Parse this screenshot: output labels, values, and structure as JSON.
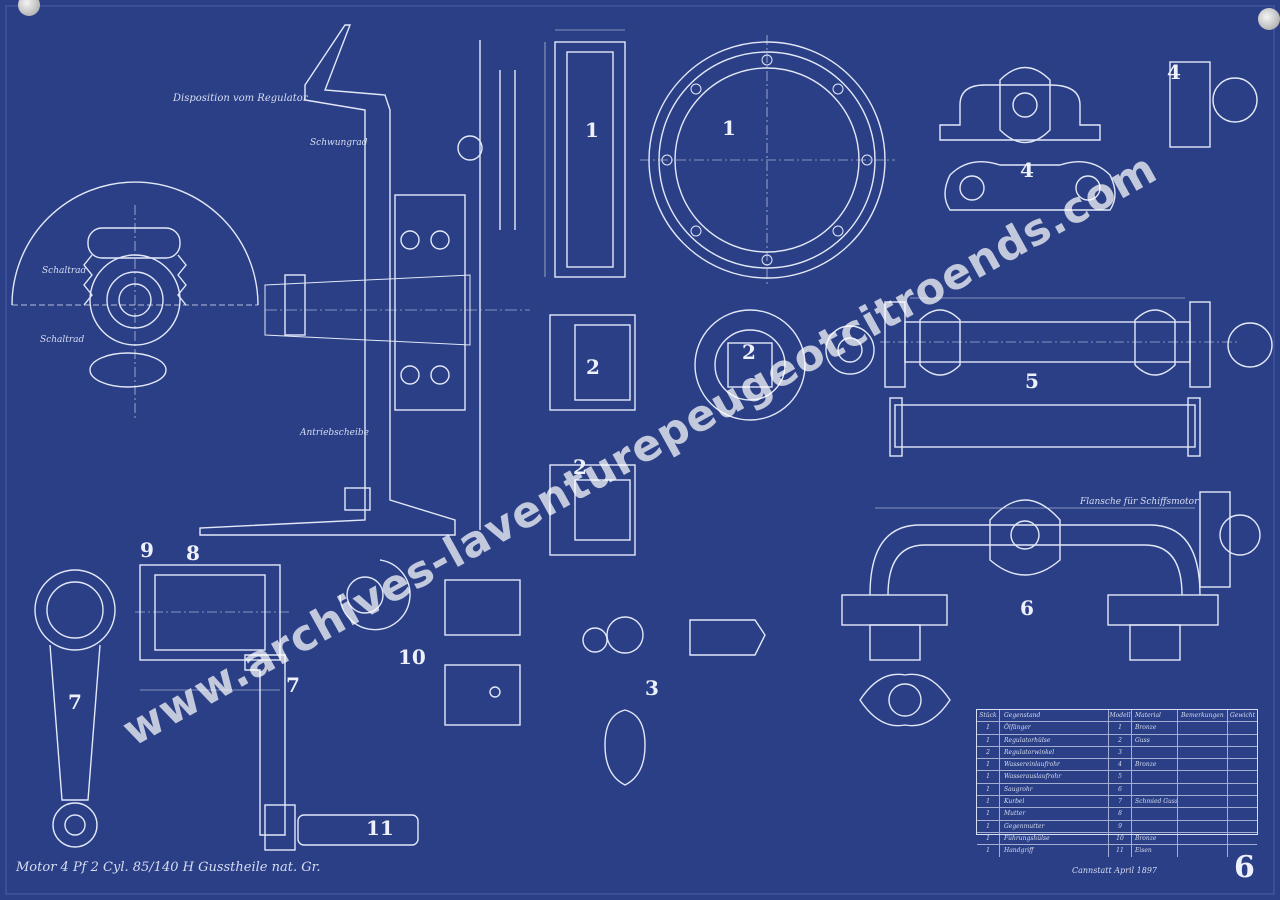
{
  "drawing": {
    "title_handwritten": "Disposition vom Regulator",
    "bottom_caption": "Motor 4 Pf 2 Cyl. 85/140 H  Gusstheile nat. Gr.",
    "date_caption": "Cannstatt April 1897",
    "sheet_number": "6",
    "inline_labels": {
      "schwungrad": "Schwungrad",
      "antrieb": "Antriebscheibe",
      "flansche": "Flansche für Schiffsmotor",
      "schaltrad_a": "Schaltrad",
      "schaltrad_b": "Schaltrad"
    },
    "part_labels": [
      "1",
      "1",
      "2",
      "2",
      "2",
      "3",
      "4",
      "4",
      "5",
      "6",
      "7",
      "7",
      "8",
      "9",
      "10",
      "11"
    ],
    "parts_table": {
      "headers": [
        "Stück",
        "Gegenstand",
        "Modell",
        "Material",
        "Bemerkungen",
        "Gewicht"
      ],
      "rows": [
        [
          "1",
          "Ölfänger",
          "1",
          "Bronze",
          "",
          ""
        ],
        [
          "1",
          "Regulatorhülse",
          "2",
          "Guss",
          "",
          ""
        ],
        [
          "2",
          "Regulatorwinkel",
          "3",
          "",
          "",
          ""
        ],
        [
          "1",
          "Wassereinlaufrohr",
          "4",
          "Bronze",
          "",
          ""
        ],
        [
          "1",
          "Wasserauslaufrohr",
          "5",
          "",
          "",
          ""
        ],
        [
          "1",
          "Saugrohr",
          "6",
          "",
          "",
          ""
        ],
        [
          "1",
          "Kurbel",
          "7",
          "Schmied Guss",
          "",
          ""
        ],
        [
          "1",
          "Mutter",
          "8",
          "",
          "",
          ""
        ],
        [
          "1",
          "Gegenmutter",
          "9",
          "",
          "",
          ""
        ],
        [
          "1",
          "Führungshülse",
          "10",
          "Bronze",
          "",
          ""
        ],
        [
          "1",
          "Handgriff",
          "11",
          "Eisen",
          "",
          ""
        ]
      ]
    }
  },
  "watermark": "www.archives-laventurepeugeotcitroends.com",
  "colors": {
    "paper": "#2a3f86",
    "line": "#e3e8f8"
  }
}
